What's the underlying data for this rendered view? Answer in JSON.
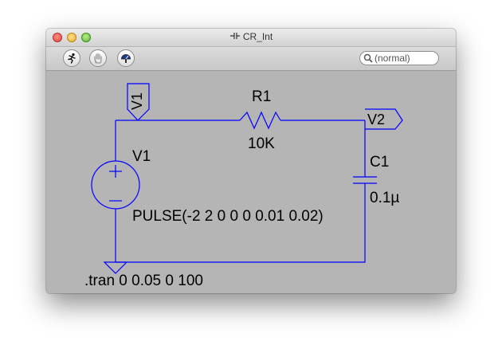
{
  "window": {
    "title": "CR_Int"
  },
  "toolbar": {
    "run_icon": "run-icon",
    "halt_icon": "hand-icon",
    "probe_icon": "voltmeter-probe-icon",
    "search_placeholder": "(normal)"
  },
  "schematic": {
    "wire_color": "#0000ff",
    "labels": {
      "v1_net": "V1",
      "v2_net": "V2",
      "resistor_name": "R1",
      "resistor_value": "10K",
      "source_name": "V1",
      "source_value": "PULSE(-2 2 0 0 0 0.01 0.02)",
      "capacitor_name": "C1",
      "capacitor_value": "0.1µ",
      "directive": ".tran 0 0.05 0 100"
    }
  }
}
